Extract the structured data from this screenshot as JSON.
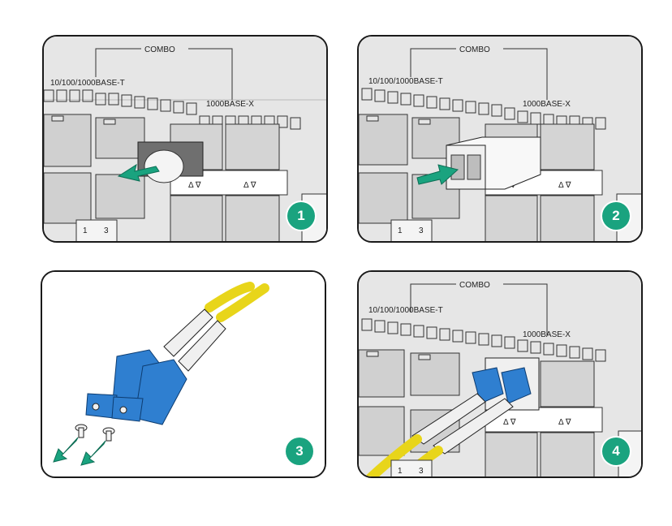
{
  "labels": {
    "combo": "COMBO",
    "copper": "10/100/1000BASE-T",
    "fiber": "1000BASE-X",
    "port_num_a": "1",
    "port_num_b": "3",
    "arrows": "Δ ∇"
  },
  "steps": [
    {
      "number": "1"
    },
    {
      "number": "2"
    },
    {
      "number": "3"
    },
    {
      "number": "4"
    }
  ],
  "colors": {
    "panel_bg": "#e3e3e3",
    "badge": "#1aa37f",
    "arrow": "#1aa37f",
    "connector": "#2f7fd0",
    "cable": "#f2e32a"
  }
}
